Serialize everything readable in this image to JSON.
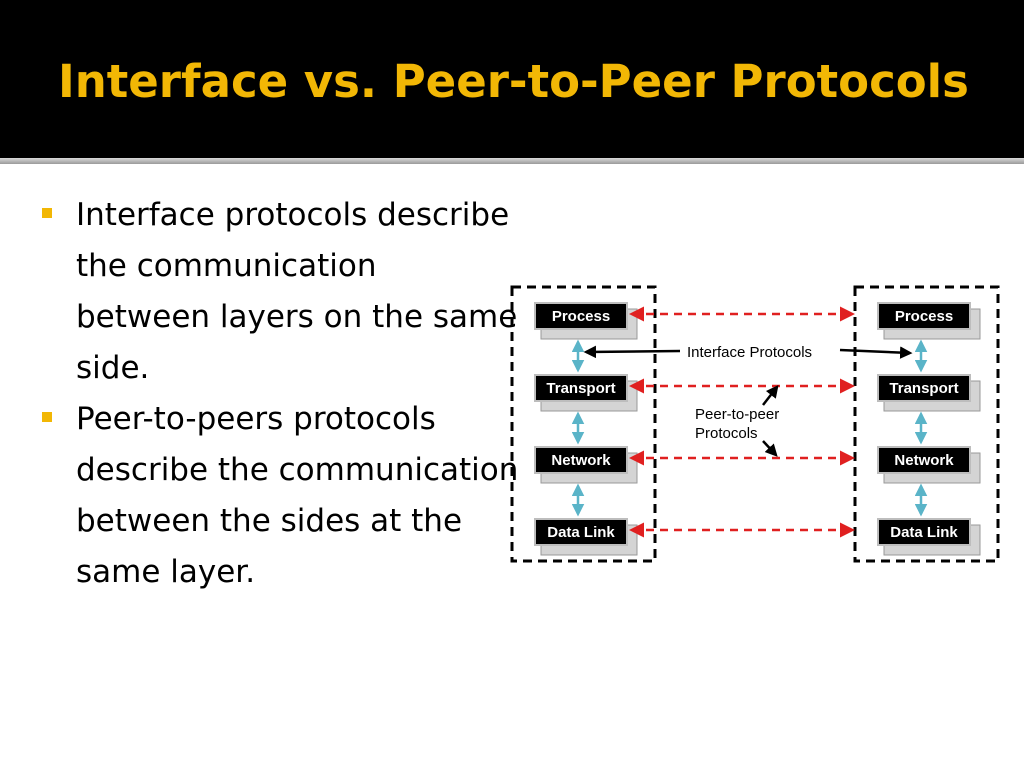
{
  "slide": {
    "title": "Interface vs. Peer-to-Peer Protocols",
    "bullets": [
      "Interface protocols describe the communication between layers on the same side.",
      "Peer-to-peers protocols describe the communication between the sides at the same layer."
    ]
  },
  "diagram": {
    "left_stack": [
      "Process",
      "Transport",
      "Network",
      "Data Link"
    ],
    "right_stack": [
      "Process",
      "Transport",
      "Network",
      "Data Link"
    ],
    "interface_label": "Interface Protocols",
    "peer_label_line1": "Peer-to-peer",
    "peer_label_line2": "Protocols"
  },
  "colors": {
    "title": "#f2b705",
    "bullet_marker": "#f2b705",
    "peer_arrow": "#e02020",
    "interface_arrow": "#5ab4c8"
  }
}
